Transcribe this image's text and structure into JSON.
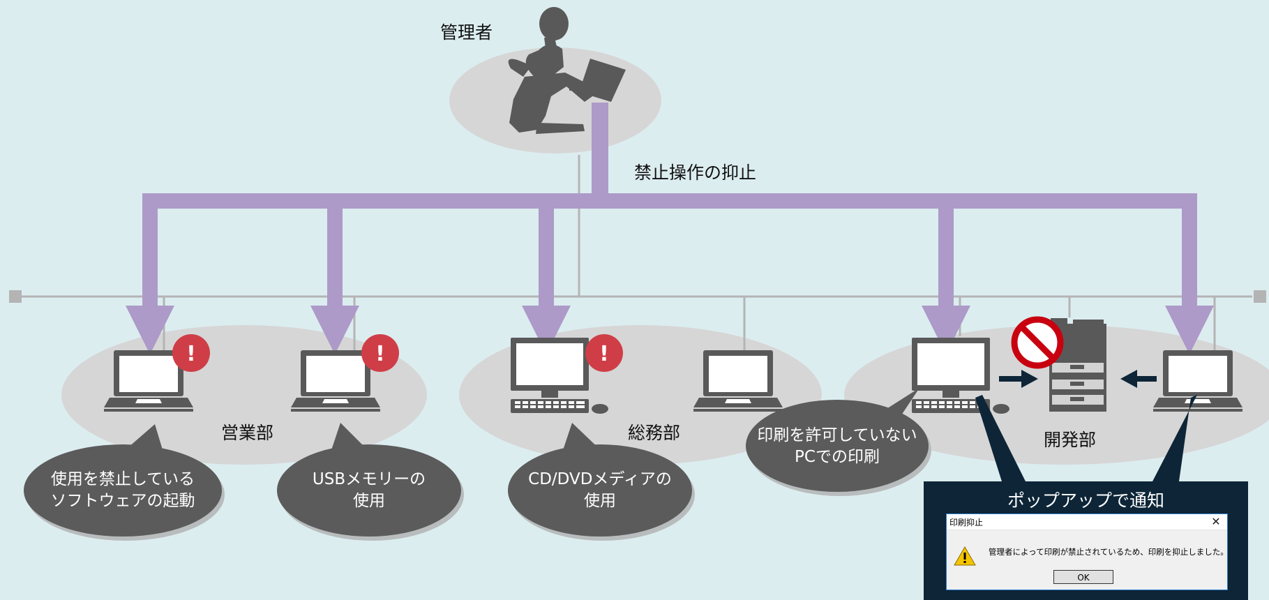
{
  "labels": {
    "admin": "管理者",
    "control": "禁止操作の抑止",
    "dept_sales": "営業部",
    "dept_general": "総務部",
    "dept_dev": "開発部"
  },
  "bubbles": [
    {
      "line1": "使用を禁止している",
      "line2": "ソフトウェアの起動"
    },
    {
      "line1": "USBメモリーの",
      "line2": "使用"
    },
    {
      "line1": "CD/DVDメディアの",
      "line2": "使用"
    },
    {
      "line1": "印刷を許可していない",
      "line2": "PCでの印刷"
    }
  ],
  "popup": {
    "title": "ポップアップで通知",
    "dialog_title": "印刷抑止",
    "close": "✕",
    "message": "管理者によって印刷が禁止されているため、印刷を抑止しました。",
    "ok": "OK"
  },
  "alert_mark": "!",
  "colors": {
    "background": "#dcedf0",
    "arrow": "#ad9ac8",
    "zone": "#d6d6d6",
    "device": "#595959",
    "bubble": "#5b5b5b",
    "alert": "#cf3e47",
    "panel": "#0d2537"
  }
}
